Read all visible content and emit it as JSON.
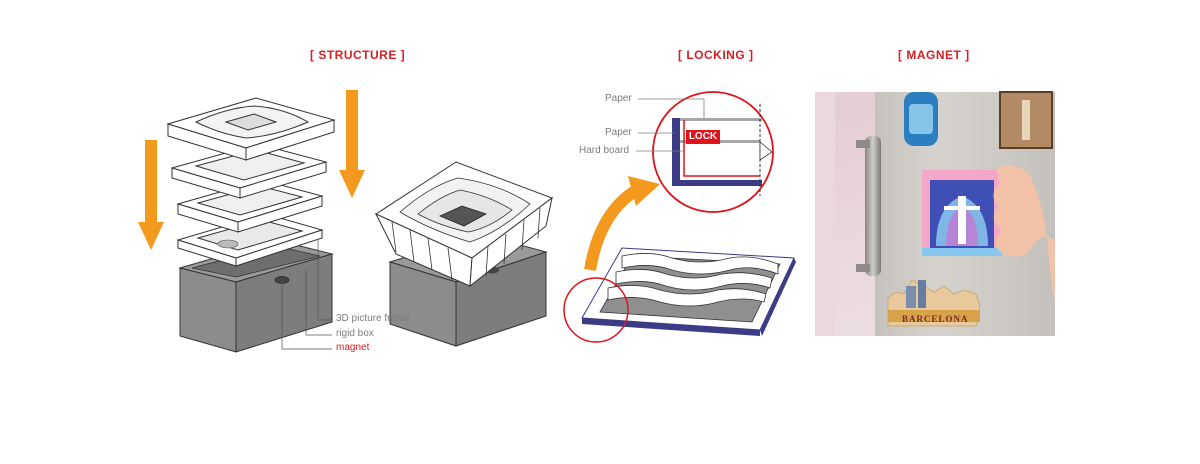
{
  "sections": {
    "structure": "[ STRUCTURE ]",
    "locking": "[ LOCKING ]",
    "magnet": "[ MAGNET ]"
  },
  "structure_labels": {
    "frame": "3D picture frame",
    "box": "rigid box",
    "magnet": "magnet"
  },
  "locking_labels": {
    "paper_top": "Paper",
    "paper_mid": "Paper",
    "hard_board": "Hard board",
    "lock": "LOCK"
  },
  "photo": {
    "souvenir_text": "BARCELONA"
  },
  "colors": {
    "accent_red": "#d42027",
    "arrow_orange": "#f39a1e",
    "box_gray": "#8a8a8a",
    "board_navy": "#3b3b86"
  }
}
